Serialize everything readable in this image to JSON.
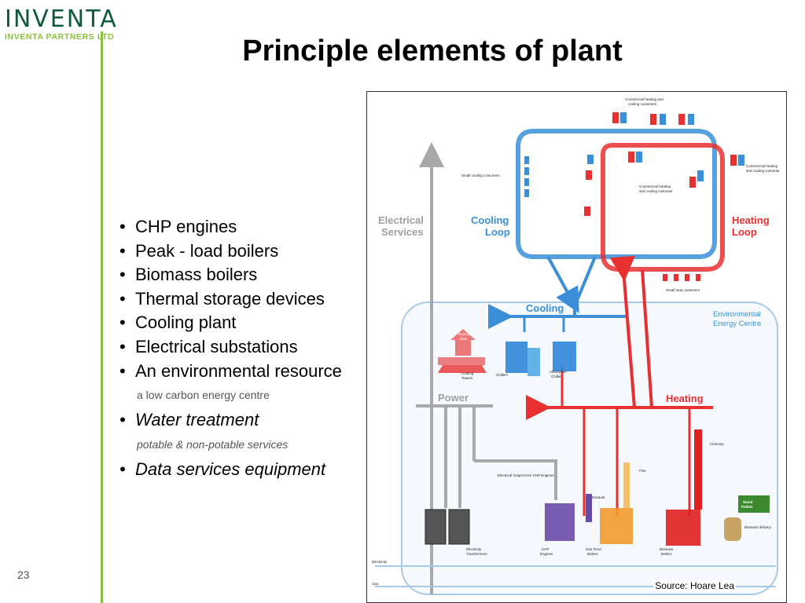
{
  "logo": {
    "name": "INVENTA",
    "subtitle": "INVENTA PARTNERS LTD"
  },
  "title": "Principle elements of plant",
  "bullets": [
    {
      "text": "CHP engines"
    },
    {
      "text": "Peak - load boilers"
    },
    {
      "text": "Biomass boilers"
    },
    {
      "text": "Thermal storage devices"
    },
    {
      "text": "Cooling plant"
    },
    {
      "text": "Electrical substations"
    },
    {
      "text": "An environmental resource",
      "note": "a low carbon energy centre"
    },
    {
      "text": "Water treatment",
      "note": "potable & non-potable services"
    },
    {
      "text": "Data services equipment"
    }
  ],
  "page_number": "23",
  "diagram": {
    "source": "Source: Hoare Lea",
    "labels": {
      "electrical_services": [
        "Electrical",
        "Services"
      ],
      "cooling_loop": [
        "Cooling",
        "Loop"
      ],
      "heating_loop": [
        "Heating",
        "Loop"
      ],
      "cooling": "Cooling",
      "heating": "Heating",
      "power": "Power",
      "environmental_energy_centre": [
        "Environmental",
        "Energy Centre"
      ],
      "commercial_top": [
        "Commercial heating and",
        "cooling customers"
      ],
      "commercial_right": [
        "Commercial heating",
        "and cooling customer"
      ],
      "commercial_mid": [
        "Commercial heating",
        "and cooling customer"
      ],
      "small_cooling": "Small cooling customers",
      "small_heat": "Small heat customers",
      "rejected_heat": [
        "Rejected",
        "heat"
      ],
      "cooling_towers": [
        "Cooling",
        "Towers"
      ],
      "chillers": "Chillers",
      "absorption_chiller": [
        "Absorption",
        "Chiller"
      ],
      "chimney": "Chimney",
      "flue": "Flue",
      "exhaust": "Exhaust",
      "electrical_output": "Electrical Output from CHP Engines",
      "wood_pellets": [
        "Wood",
        "Pellets"
      ],
      "biomass_delivery": "Biomass delivery",
      "electricity_transformers": [
        "Electricity",
        "Transformers"
      ],
      "chp_engines": [
        "CHP",
        "Engines"
      ],
      "gas_fired_boilers": [
        "Gas Fired",
        "Boilers"
      ],
      "biomass_boilers": [
        "Biomass",
        "Boilers"
      ],
      "electricity": "Electricity",
      "gas": "Gas"
    },
    "colors": {
      "cooling": "#3a8fd8",
      "heating": "#e83030",
      "power": "#a8a8a8",
      "chp": "#6a4aa8",
      "gas_boilers": "#f39a2e",
      "biomass": "#e02020",
      "transformer": "#444444",
      "centre_box": "#a8c8e8"
    }
  }
}
